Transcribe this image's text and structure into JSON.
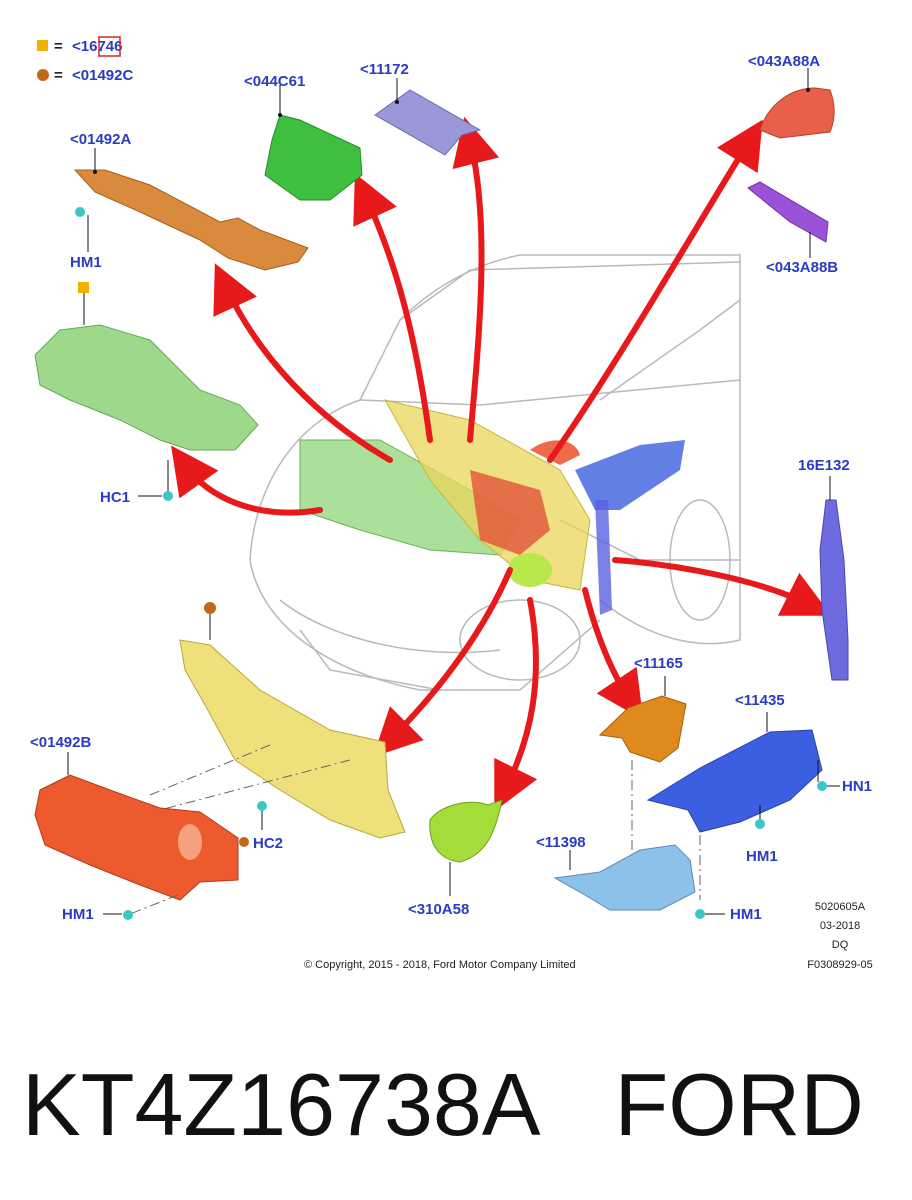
{
  "legend": {
    "square": {
      "code": "<16746",
      "color": "#f4b000"
    },
    "circle": {
      "code": "<01492C",
      "color": "#c06818"
    },
    "equals": "="
  },
  "callouts": {
    "p044C61": "<044C61",
    "p11172": "<11172",
    "p043A88A": "<043A88A",
    "p01492A": "<01492A",
    "hm1_top": "HM1",
    "p043A88B": "<043A88B",
    "hc1": "HC1",
    "p16E132": "16E132",
    "p11165": "<11165",
    "p11435": "<11435",
    "hn1": "HN1",
    "p01492B": "<01492B",
    "hm1_mid": "HM1",
    "hc2": "HC2",
    "p11398": "<11398",
    "p310A58": "<310A58",
    "hm1_bl": "HM1",
    "hm1_br": "HM1"
  },
  "meta": {
    "ref1": "5020605A",
    "date": "03-2018",
    "code": "DQ",
    "fig": "F0308929-05"
  },
  "copyright": "© Copyright, 2015 - 2018, Ford Motor Company Limited",
  "caption": {
    "part_number": "KT4Z16738A",
    "brand": "FORD"
  }
}
